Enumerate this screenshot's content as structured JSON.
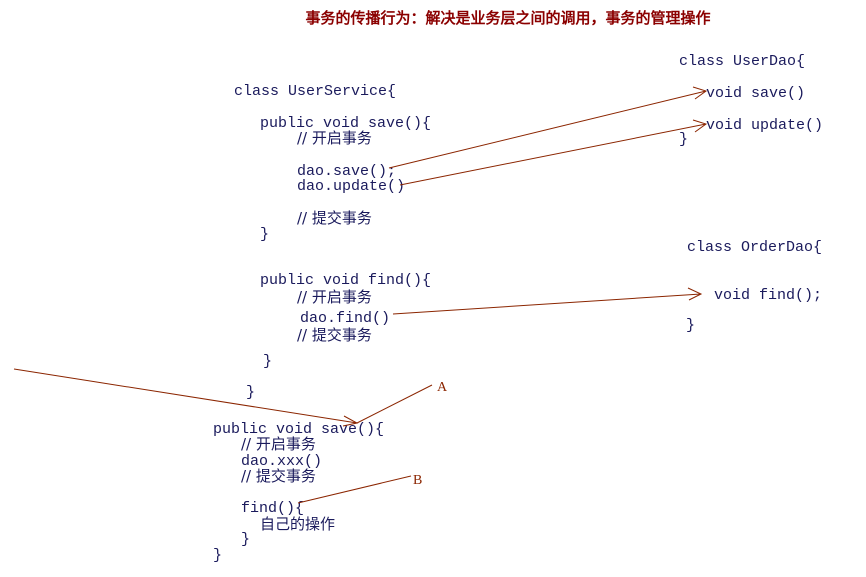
{
  "title": "事务的传播行为：解决是业务层之间的调用，事务的管理操作",
  "user_service": {
    "class_line": "class UserService{",
    "save_sig": "public void save(){",
    "save_comment_open": "// 开启事务",
    "save_call_1": "dao.save();",
    "save_call_2": "dao.update()",
    "save_comment_commit": "// 提交事务",
    "save_close": "}",
    "find_sig": "public void find(){",
    "find_comment_open": "// 开启事务",
    "find_call": "dao.find()",
    "find_comment_commit": "// 提交事务",
    "find_close": "}",
    "class_close": "}"
  },
  "user_dao": {
    "class_line": "class UserDao{",
    "method_1": "void save()",
    "method_2": "void update()",
    "class_close": "}"
  },
  "order_dao": {
    "class_line": "class OrderDao{",
    "method_1": "void find();",
    "class_close": "}"
  },
  "caller": {
    "save_sig": "public void save(){",
    "comment_open": "// 开启事务",
    "call": "dao.xxx()",
    "comment_commit": "// 提交事务",
    "find_call": "find(){",
    "find_body": "自己的操作",
    "find_close": "}",
    "close": "}"
  },
  "markers": {
    "a": "A",
    "b": "B"
  },
  "colors": {
    "title": "#8b0000",
    "code": "#1a1a5c",
    "arrow": "#8b2500"
  }
}
